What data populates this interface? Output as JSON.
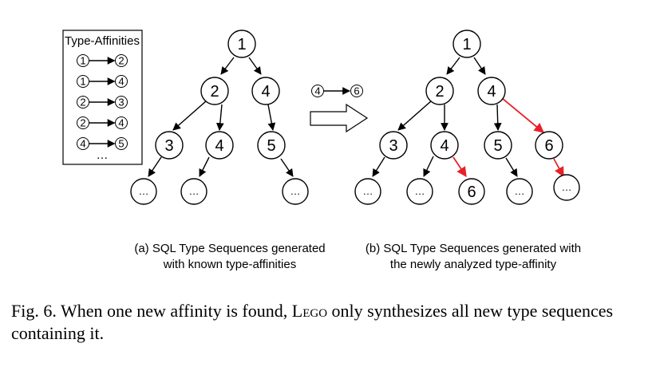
{
  "legend": {
    "title": "Type-Affinities",
    "pairs": [
      [
        "1",
        "2"
      ],
      [
        "1",
        "4"
      ],
      [
        "2",
        "3"
      ],
      [
        "2",
        "4"
      ],
      [
        "4",
        "5"
      ]
    ],
    "more": "…"
  },
  "new_affinity": {
    "from": "4",
    "to": "6"
  },
  "colors": {
    "highlight": "#e8202a",
    "stroke": "#000000"
  },
  "tree_a": {
    "nodes": [
      {
        "id": "a1",
        "label": "1"
      },
      {
        "id": "a2",
        "label": "2"
      },
      {
        "id": "a4",
        "label": "4"
      },
      {
        "id": "a3",
        "label": "3"
      },
      {
        "id": "a4b",
        "label": "4"
      },
      {
        "id": "a5",
        "label": "5"
      },
      {
        "id": "ad1",
        "label": "…"
      },
      {
        "id": "ad2",
        "label": "…"
      },
      {
        "id": "ad3",
        "label": "…"
      }
    ]
  },
  "tree_b": {
    "nodes": [
      {
        "id": "b1",
        "label": "1"
      },
      {
        "id": "b2",
        "label": "2"
      },
      {
        "id": "b4",
        "label": "4"
      },
      {
        "id": "b3",
        "label": "3"
      },
      {
        "id": "b4b",
        "label": "4"
      },
      {
        "id": "b5",
        "label": "5"
      },
      {
        "id": "b6",
        "label": "6"
      },
      {
        "id": "bd1",
        "label": "…"
      },
      {
        "id": "bd2",
        "label": "…"
      },
      {
        "id": "b6b",
        "label": "6"
      },
      {
        "id": "bd3",
        "label": "…"
      },
      {
        "id": "bd4",
        "label": "…"
      }
    ]
  },
  "subcaption_a": {
    "line1": "(a) SQL Type Sequences generated",
    "line2": "with known type-affinities"
  },
  "subcaption_b": {
    "line1": "(b) SQL Type Sequences generated with",
    "line2": "the newly analyzed type-affinity"
  },
  "caption": {
    "prefix": "Fig. 6.  When one new affinity is found, ",
    "name": "Lego",
    "suffix": " only synthesizes all new type sequences containing it."
  }
}
